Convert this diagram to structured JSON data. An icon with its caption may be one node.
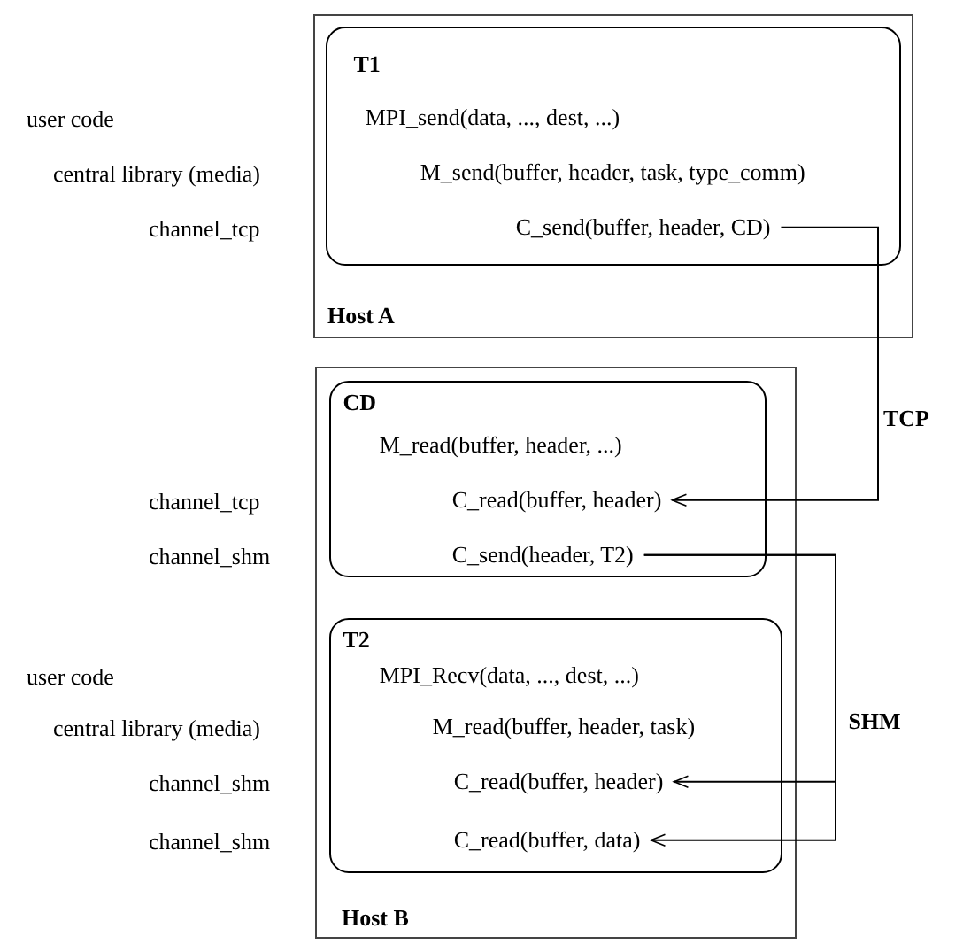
{
  "diagram": {
    "nodes": [
      {
        "text": [
          "Host A"
        ]
      },
      {
        "text": [
          "T1"
        ],
        "in": 0
      },
      {
        "text": [
          "MPI_send(data, ..., dest, ...)"
        ],
        "in": 1
      },
      {
        "text": [
          "M_send(buffer, header, task, type_comm)"
        ],
        "in": 1
      },
      {
        "text": [
          "C_send(buffer, header, CD)"
        ],
        "in": 1
      },
      {
        "text": [
          "Host B"
        ]
      },
      {
        "text": [
          "CD"
        ],
        "in": 5
      },
      {
        "text": [
          "M_read(buffer, header, ...)"
        ],
        "in": 6
      },
      {
        "text": [
          "C_read(buffer, header)"
        ],
        "in": 6
      },
      {
        "text": [
          "C_send(header, T2)"
        ],
        "in": 6
      },
      {
        "text": [
          "T2"
        ],
        "in": 5
      },
      {
        "text": [
          "MPI_Recv(data, ..., dest, ...)"
        ],
        "in": 10
      },
      {
        "text": [
          "M_read(buffer, header, task)"
        ],
        "in": 10
      },
      {
        "text": [
          "C_read(buffer, header)"
        ],
        "in": 10
      },
      {
        "text": [
          "C_read(buffer, data)"
        ],
        "in": 10
      }
    ],
    "edges": [
      {
        "from": 4,
        "to": 8,
        "arrow": "to",
        "label": "TCP"
      },
      {
        "from": 9,
        "to": 13,
        "arrow": "to",
        "label": "SHM"
      },
      {
        "from": 9,
        "to": 14,
        "arrow": "to"
      }
    ],
    "labels": [
      "user code",
      "central library (media)",
      "channel_tcp",
      "channel_tcp",
      "channel_shm",
      "user code",
      "central library (media)",
      "channel_shm",
      "channel_shm"
    ]
  }
}
